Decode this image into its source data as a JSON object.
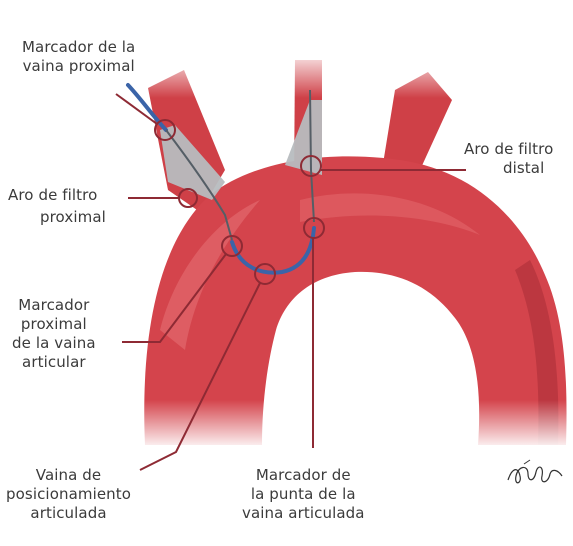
{
  "labels": {
    "proximal_sheath_marker": [
      "Marcador de la",
      "vaina proximal"
    ],
    "proximal_filter_ring": [
      "Aro de filtro",
      "proximal"
    ],
    "distal_filter_ring": [
      "Aro de filtro",
      "distal"
    ],
    "articulating_sheath_proximal_marker": [
      "Marcador",
      "proximal",
      "de la vaina",
      "articular"
    ],
    "articulated_positioning_sheath": [
      "Vaina de",
      "posicionamiento",
      "articulada"
    ],
    "articulating_sheath_tip_marker": [
      "Marcador de",
      "la punta de la",
      "vaina articulada"
    ]
  },
  "colors": {
    "aorta_main": "#d4444c",
    "aorta_dark": "#b5353d",
    "aorta_highlight": "#e2666b",
    "filter_gray": "#b7bcbf",
    "sheath_blue": "#3b64a8",
    "callout_line": "#8e2a34"
  }
}
